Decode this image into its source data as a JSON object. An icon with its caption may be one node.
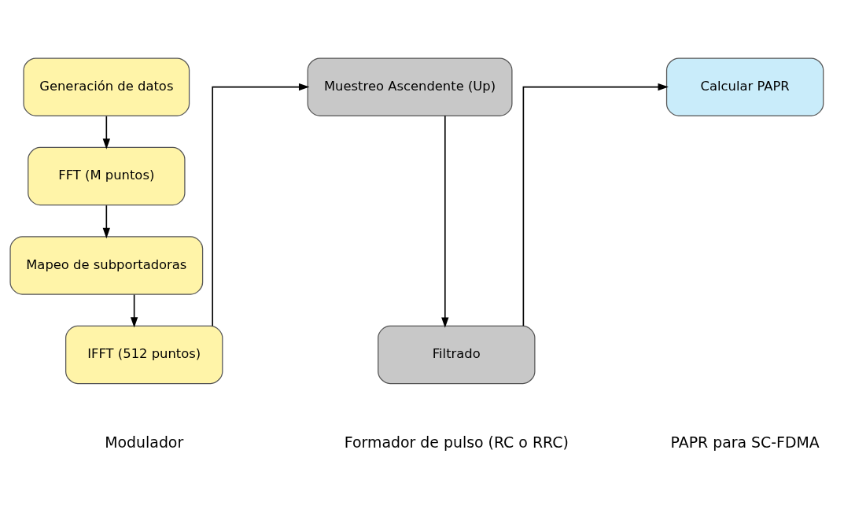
{
  "diagram": {
    "nodes": [
      {
        "text": [
          "Generación de datos"
        ]
      },
      {
        "text": [
          "FFT (M puntos)"
        ]
      },
      {
        "text": [
          "Mapeo de subportadoras"
        ]
      },
      {
        "text": [
          "IFFT (512 puntos)"
        ]
      },
      {
        "text": [
          "Muestreo Ascendente (Up)"
        ]
      },
      {
        "text": [
          "Filtrado"
        ]
      },
      {
        "text": [
          "Calcular PAPR"
        ]
      }
    ],
    "edges": [
      {
        "from": 0,
        "to": 1,
        "arrow": "to"
      },
      {
        "from": 1,
        "to": 2,
        "arrow": "to"
      },
      {
        "from": 2,
        "to": 3,
        "arrow": "to"
      },
      {
        "from": 3,
        "to": 4,
        "arrow": "to"
      },
      {
        "from": 4,
        "to": 5,
        "arrow": "to"
      },
      {
        "from": 5,
        "to": 6,
        "arrow": "to"
      }
    ],
    "labels": [
      "Modulador",
      "Formador de pulso (RC o RRC)",
      "PAPR para SC-FDMA"
    ]
  }
}
